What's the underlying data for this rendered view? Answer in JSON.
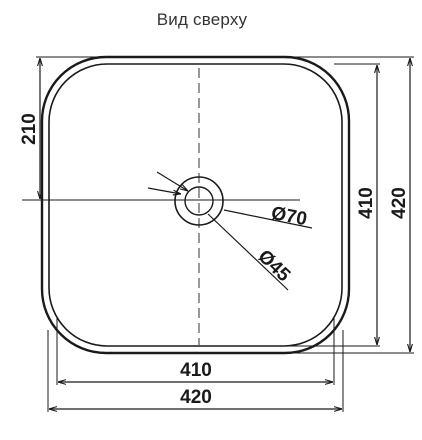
{
  "title": "Вид сверху",
  "dimensions": {
    "top_to_drain": "210",
    "inner_height": "410",
    "outer_height": "420",
    "inner_width": "410",
    "outer_width": "420",
    "drain_outer_diameter": "Ø70",
    "drain_inner_diameter": "Ø45"
  },
  "colors": {
    "line": "#1a1a1a",
    "text": "#1a1a1a"
  }
}
